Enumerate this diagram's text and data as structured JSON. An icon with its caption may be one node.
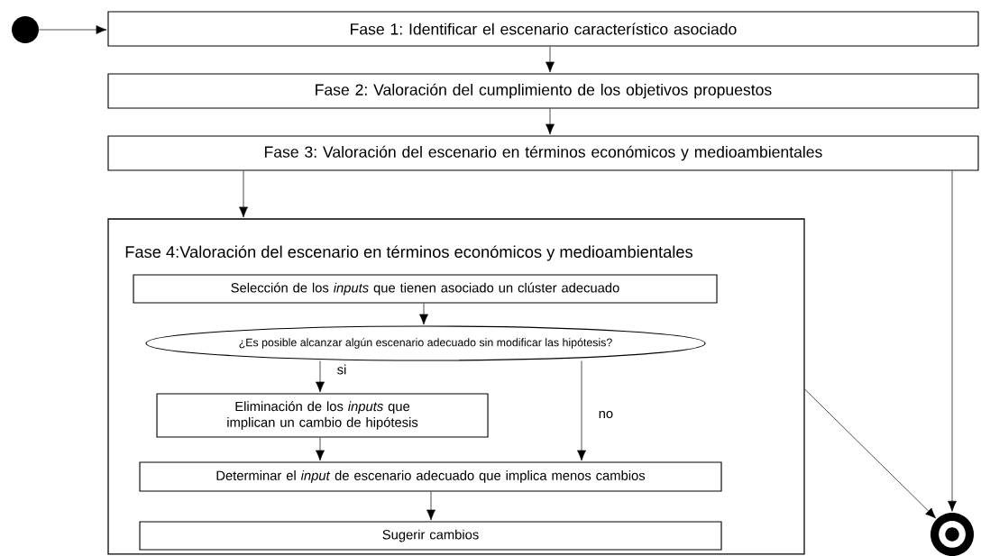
{
  "diagram": {
    "nodes": [
      {
        "text": [],
        "shape": "circle"
      },
      {
        "text": [
          "Fase 1: Identificar el escenario característico asociado"
        ]
      },
      {
        "text": [
          "Fase 2: Valoración del cumplimiento de los objetivos propuestos"
        ]
      },
      {
        "text": [
          "Fase 3: Valoración del escenario en términos económicos y medioambientales"
        ]
      },
      {
        "text": [
          "Fase 4:Valoración del escenario en términos económicos y medioambientales"
        ]
      },
      {
        "text": [
          "Selección de los *inputs* que tienen asociado un clúster adecuado"
        ],
        "in": 4
      },
      {
        "text": [
          "¿Es posible alcanzar algún escenario adecuado sin modificar las hipótesis?"
        ],
        "in": 4
      },
      {
        "text": [
          "Eliminación de los *inputs* que implican un cambio de hipótesis"
        ],
        "in": 4
      },
      {
        "text": [
          "Determinar el *input* de escenario adecuado que implica menos cambios"
        ],
        "in": 4
      },
      {
        "text": [
          "Sugerir cambios"
        ],
        "in": 4
      },
      {
        "text": [],
        "shape": "circle"
      }
    ],
    "edges": [
      {
        "from": 0,
        "to": 1,
        "arrow": "to"
      },
      {
        "from": 1,
        "to": 2,
        "arrow": "to"
      },
      {
        "from": 2,
        "to": 3,
        "arrow": "to"
      },
      {
        "from": 3,
        "to": 4,
        "arrow": "to"
      },
      {
        "from": 3,
        "to": 10,
        "arrow": "to"
      },
      {
        "from": 5,
        "to": 6,
        "arrow": "to"
      },
      {
        "from": 6,
        "to": 7,
        "label": "si",
        "arrow": "to"
      },
      {
        "from": 6,
        "to": 8,
        "label": "no",
        "arrow": "to"
      },
      {
        "from": 7,
        "to": 8,
        "arrow": "to"
      },
      {
        "from": 8,
        "to": 9,
        "arrow": "to"
      },
      {
        "from": 4,
        "to": 10,
        "arrow": "to"
      }
    ]
  }
}
